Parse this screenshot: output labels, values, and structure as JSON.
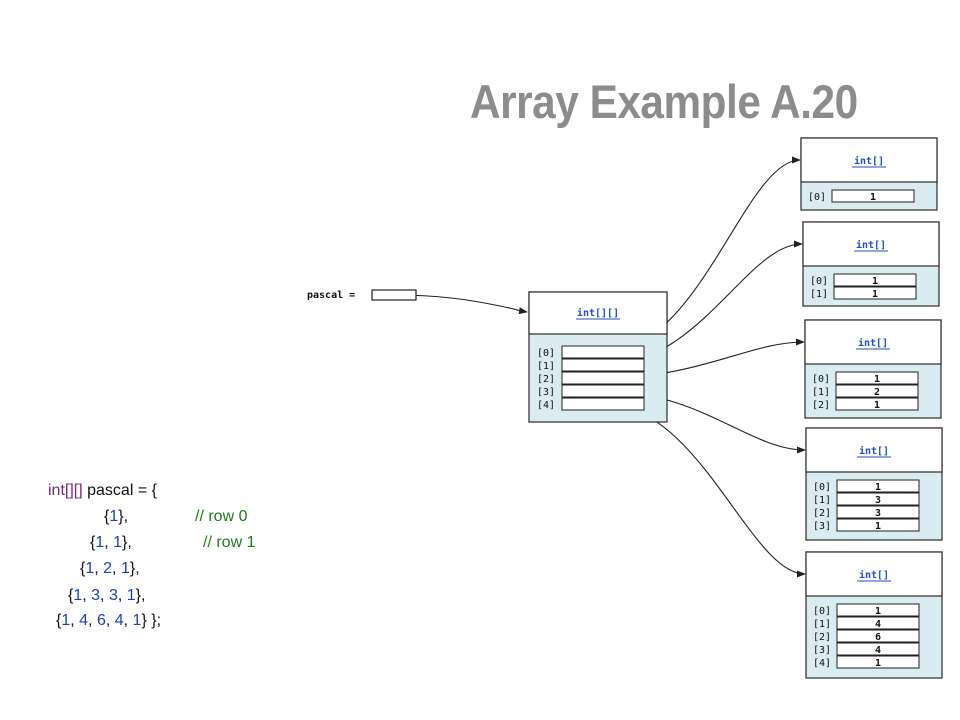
{
  "title": "Array Example A.20",
  "variable": {
    "label": "pascal ="
  },
  "outer_array": {
    "type_label": "int[][]",
    "indices": [
      "[0]",
      "[1]",
      "[2]",
      "[3]",
      "[4]"
    ]
  },
  "rows": [
    {
      "type_label": "int[]",
      "indices": [
        "[0]"
      ],
      "values": [
        "1"
      ]
    },
    {
      "type_label": "int[]",
      "indices": [
        "[0]",
        "[1]"
      ],
      "values": [
        "1",
        "1"
      ]
    },
    {
      "type_label": "int[]",
      "indices": [
        "[0]",
        "[1]",
        "[2]"
      ],
      "values": [
        "1",
        "2",
        "1"
      ]
    },
    {
      "type_label": "int[]",
      "indices": [
        "[0]",
        "[1]",
        "[2]",
        "[3]"
      ],
      "values": [
        "1",
        "3",
        "3",
        "1"
      ]
    },
    {
      "type_label": "int[]",
      "indices": [
        "[0]",
        "[1]",
        "[2]",
        "[3]",
        "[4]"
      ],
      "values": [
        "1",
        "4",
        "6",
        "4",
        "1"
      ]
    }
  ],
  "code": {
    "declaration_type": "int[][]",
    "declaration_rest": " pascal = {",
    "lines": [
      {
        "open": "{",
        "values": [
          "1"
        ],
        "close": "},",
        "comment": "// row 0"
      },
      {
        "open": "{",
        "values": [
          "1",
          "1"
        ],
        "close": "},",
        "comment": "// row 1"
      },
      {
        "open": "{",
        "values": [
          "1",
          "2",
          "1"
        ],
        "close": "},",
        "comment": ""
      },
      {
        "open": "{",
        "values": [
          "1",
          "3",
          "3",
          "1"
        ],
        "close": "},",
        "comment": ""
      },
      {
        "open": "{",
        "values": [
          "1",
          "4",
          "6",
          "4",
          "1"
        ],
        "close": "} };",
        "comment": ""
      }
    ]
  },
  "colors": {
    "box_fill": "#d9ecf2",
    "box_border": "#2b2b2b",
    "type_label": "#2050c0"
  }
}
